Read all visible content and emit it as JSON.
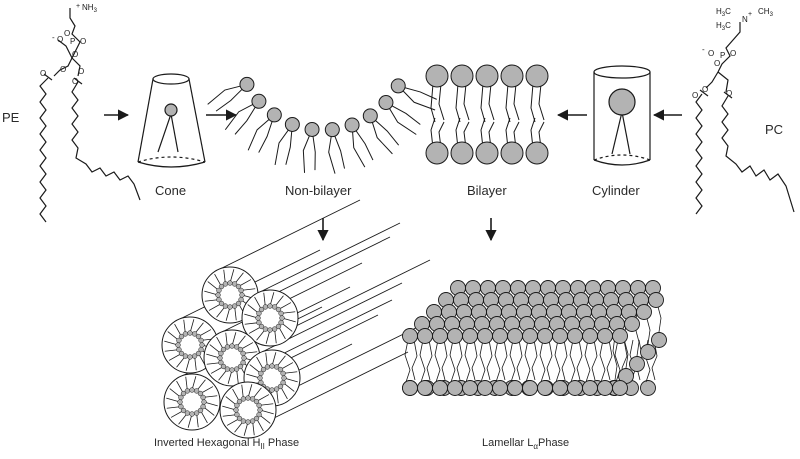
{
  "labels": {
    "pe": "PE",
    "pc": "PC",
    "cone": "Cone",
    "non_bilayer": "Non-bilayer",
    "bilayer": "Bilayer",
    "cylinder": "Cylinder",
    "hex_main": "Inverted Hexagonal H",
    "hex_sub": "II",
    "hex_tail": " Phase",
    "lam_main": "Lamellar L",
    "lam_sub": "α",
    "lam_tail": "Phase"
  },
  "chem": {
    "nh3": "NH",
    "nh3_sub": "3",
    "plus": "+",
    "minus": "-",
    "p": "P",
    "o": "O",
    "n": "N",
    "h3c": "H",
    "h3c_sub": "3",
    "h3c_c": "C",
    "ch3": "CH",
    "ch3_sub": "3"
  },
  "colors": {
    "head_fill": "#b3b3b3",
    "stroke": "#1a1a1a",
    "text": "#2a2a2a"
  }
}
